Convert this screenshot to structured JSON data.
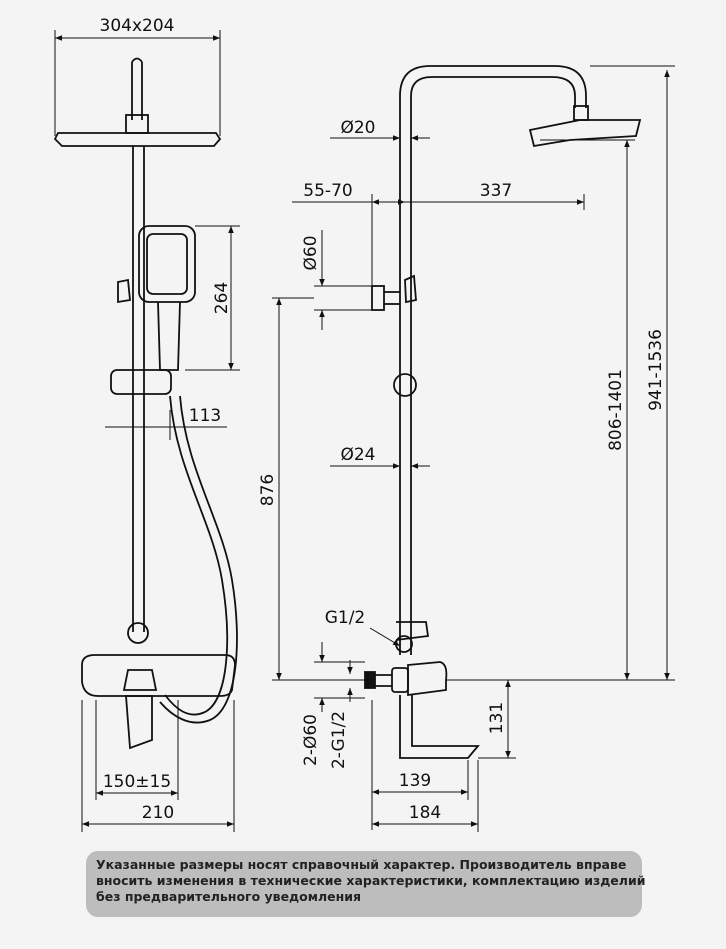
{
  "dimensions": {
    "head_size": "304x204",
    "arm_tube_diameter": "Ø20",
    "wall_offset": "55-70",
    "arm_reach": "337",
    "bracket_diameter": "Ø60",
    "hand_shower_height": "264",
    "holder_offset": "113",
    "riser_diameter": "Ø24",
    "riser_length": "876",
    "outlet_thread": "G1/2",
    "adjust_range": "806-1401",
    "total_height": "941-1536",
    "mixer_centers": "150±15",
    "mixer_width": "210",
    "flange_diameter": "2-Ø60",
    "inlet_thread": "2-G1/2",
    "mixer_depth": "139",
    "spout_depth": "184",
    "spout_height": "131"
  },
  "notice": {
    "line1": "Указанные размеры носят справочный характер. Производитель вправе",
    "line2": "вносить изменения в технические характеристики, комплектацию изделий",
    "line3": "без предварительного уведомления"
  },
  "colors": {
    "line": "#111111",
    "notice_bg": "#bdbdbd",
    "page_bg": "#f4f4f4"
  }
}
